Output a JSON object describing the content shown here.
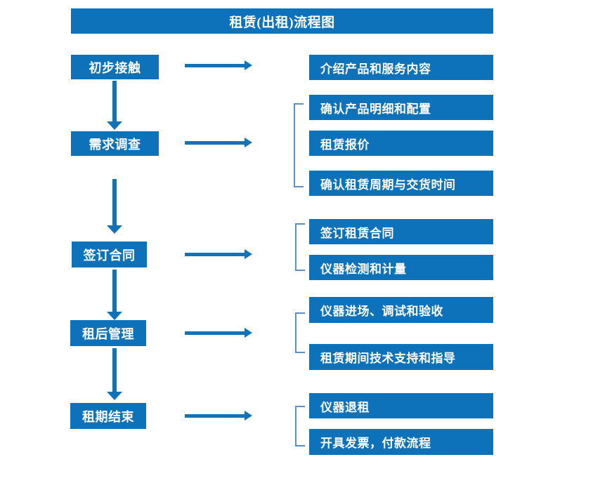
{
  "diagram": {
    "title": "租赁(出租)流程图",
    "colors": {
      "node_blue": "#0d72ba",
      "arrow_blue": "#1272b8",
      "bracket_blue": "#5b8fc9",
      "text_white": "#ffffff",
      "background": "#ffffff"
    },
    "stages": [
      {
        "label": "初步接触",
        "details": [
          "介绍产品和服务内容"
        ]
      },
      {
        "label": "需求调查",
        "details": [
          "确认产品明细和配置",
          "租赁报价",
          "确认租赁周期与交货时间"
        ]
      },
      {
        "label": "签订合同",
        "details": [
          "签订租赁合同",
          "仪器检测和计量"
        ]
      },
      {
        "label": "租后管理",
        "details": [
          "仪器进场、调试和验收",
          "租赁期间技术支持和指导"
        ]
      },
      {
        "label": "租期结束",
        "details": [
          "仪器退租",
          "开具发票，付款流程"
        ]
      }
    ],
    "connectors": {
      "down_arrow_count": 4,
      "right_arrow_count": 5,
      "bracket_count": 4
    }
  }
}
